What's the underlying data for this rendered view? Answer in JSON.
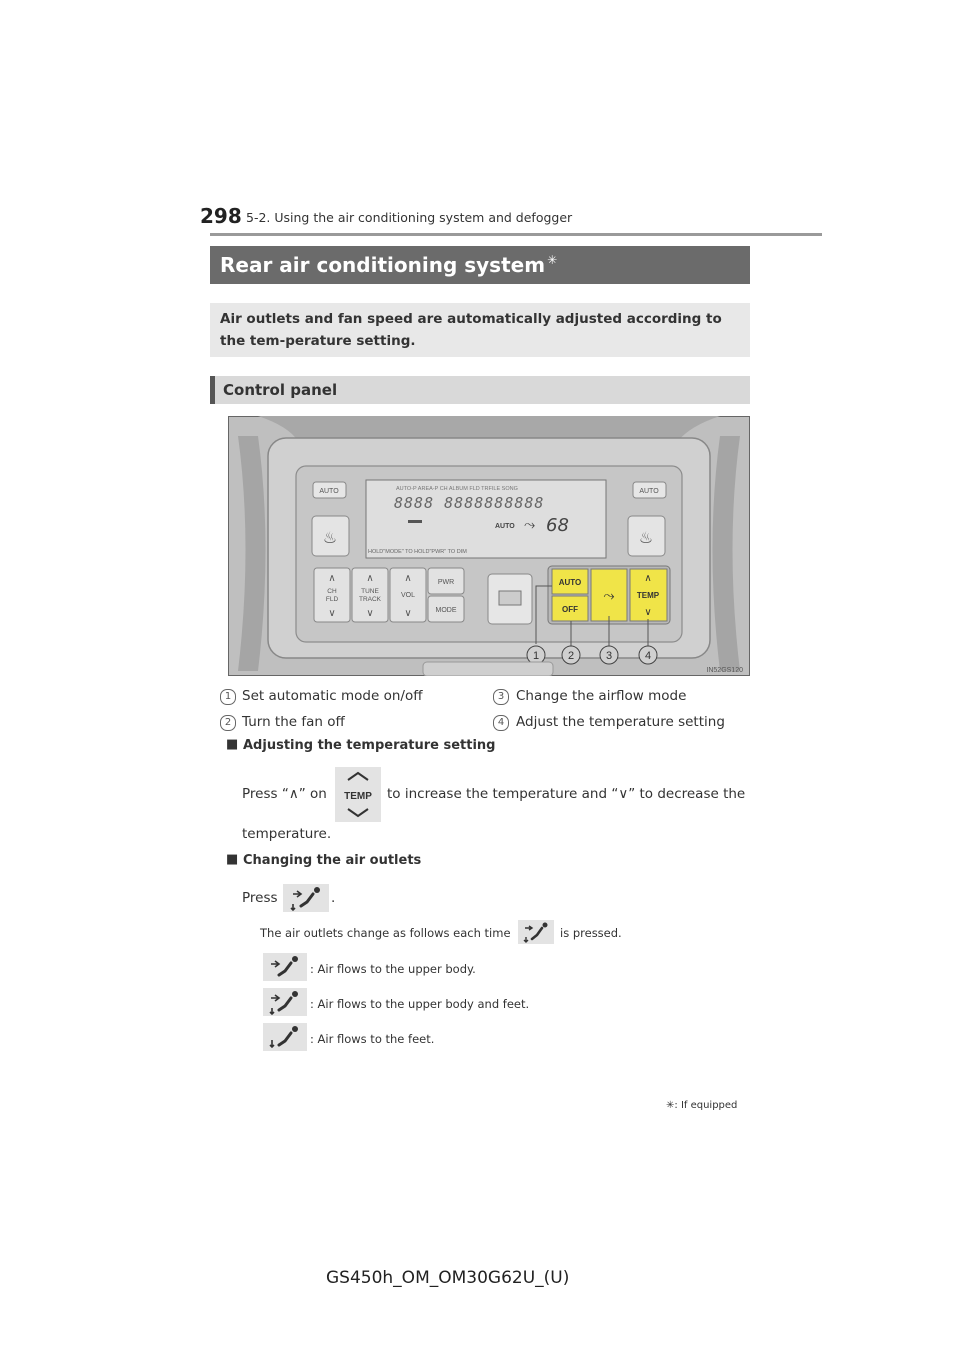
{
  "header": {
    "page_number": "298",
    "section": "5-2. Using the air conditioning system and defogger"
  },
  "title": {
    "text": "Rear air conditioning system",
    "star": "✳"
  },
  "intro": "Air outlets and fan speed are automatically adjusted according to the tem-perature setting.",
  "subheading": "Control panel",
  "figure": {
    "display": {
      "top_line": "AUTO-P AREA-P CH ALBUM FLD TRFILE SONG",
      "segments": "8888 8888888888",
      "auto": "AUTO",
      "temp": "68",
      "bottom_line": "HOLD\"MODE\" TO      HOLD\"PWR\" TO DIM"
    },
    "buttons": {
      "auto_left": "AUTO",
      "auto_right": "AUTO",
      "ch_fld": [
        "CH",
        "FLD"
      ],
      "tune_track": [
        "TUNE",
        "TRACK"
      ],
      "vol": "VOL",
      "pwr": "PWR",
      "mode": "MODE",
      "auto": "AUTO",
      "off": "OFF",
      "temp": "TEMP"
    },
    "callouts": [
      "1",
      "2",
      "3",
      "4"
    ],
    "image_code": "IN52GS120"
  },
  "legend": [
    {
      "num": "1",
      "text": "Set automatic mode on/off"
    },
    {
      "num": "2",
      "text": "Turn the fan off"
    },
    {
      "num": "3",
      "text": "Change the airflow mode"
    },
    {
      "num": "4",
      "text": "Adjust the temperature setting"
    }
  ],
  "temp_section": {
    "title": "Adjusting the temperature setting",
    "text_before": "Press “∧” on",
    "text_after": "to increase the temperature and “∨” to decrease the",
    "text_end": "temperature.",
    "temp_icon_label": "TEMP"
  },
  "outlets_section": {
    "title": "Changing the air outlets",
    "press": "Press",
    "period": ".",
    "note_before": "The air outlets change as follows each time",
    "note_after": "is pressed.",
    "modes": [
      ": Air flows to the upper body.",
      ": Air flows to the upper body and feet.",
      ": Air flows to the feet."
    ]
  },
  "footnote": ": If equipped",
  "footer": "GS450h_OM_OM30G62U_(U)"
}
